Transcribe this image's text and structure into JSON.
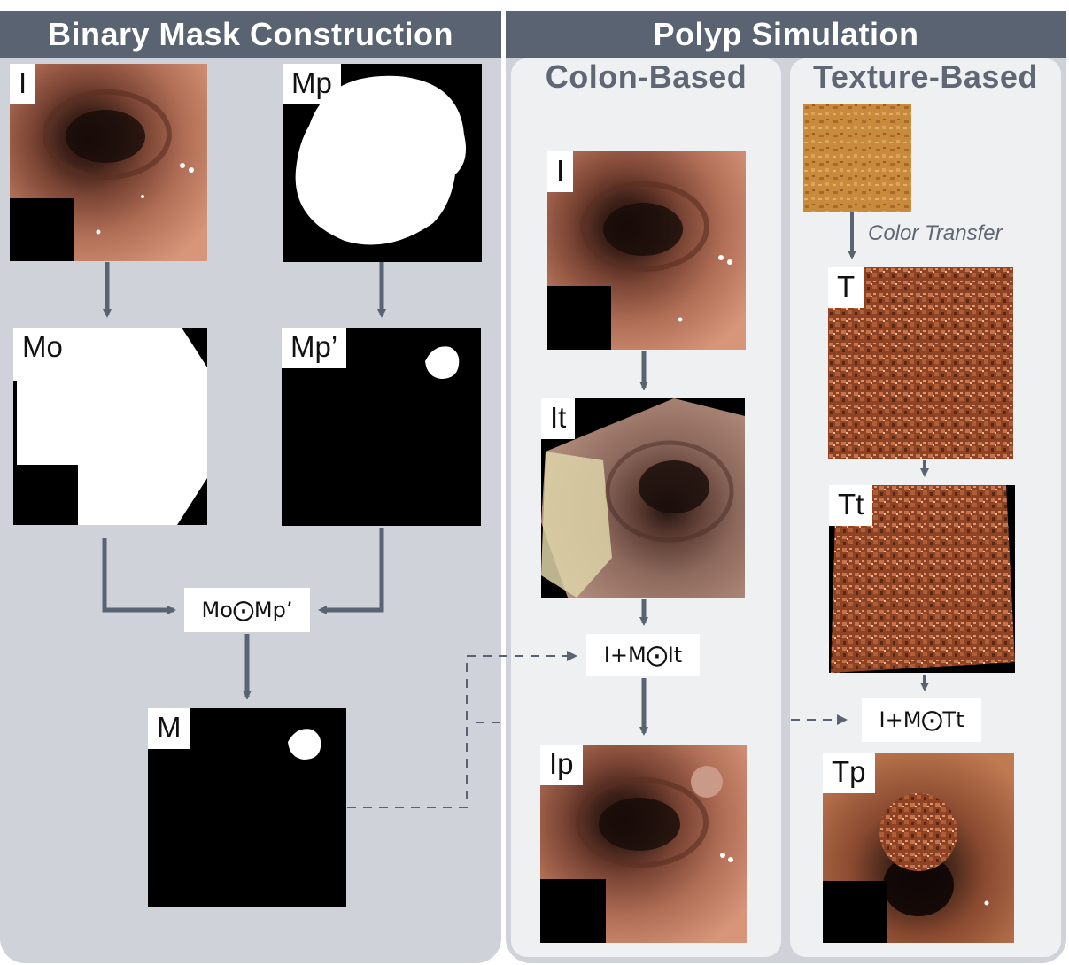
{
  "headers": {
    "binary_mask": "Binary Mask Construction",
    "polyp_simulation": "Polyp Simulation",
    "colon_based": "Colon-Based",
    "texture_based": "Texture-Based"
  },
  "tiles": {
    "i_left": "I",
    "mp": "Mp",
    "mo": "Mo",
    "mp_prime": "Mp’",
    "m": "M",
    "i_colon": "I",
    "it": "It",
    "ip": "Ip",
    "t": "T",
    "tt": "Tt",
    "tp": "Tp"
  },
  "operations": {
    "mask_product": "Mo⨀Mp’",
    "colon_blend": "I+M⨀It",
    "texture_blend": "I+M⨀Tt"
  },
  "labels": {
    "color_transfer": "Color Transfer"
  },
  "colors": {
    "header_bg": "#5a6372",
    "panel_bg": "#cfd2d9",
    "subpanel_bg": "#eff0f2",
    "arrow": "#5a6372"
  }
}
